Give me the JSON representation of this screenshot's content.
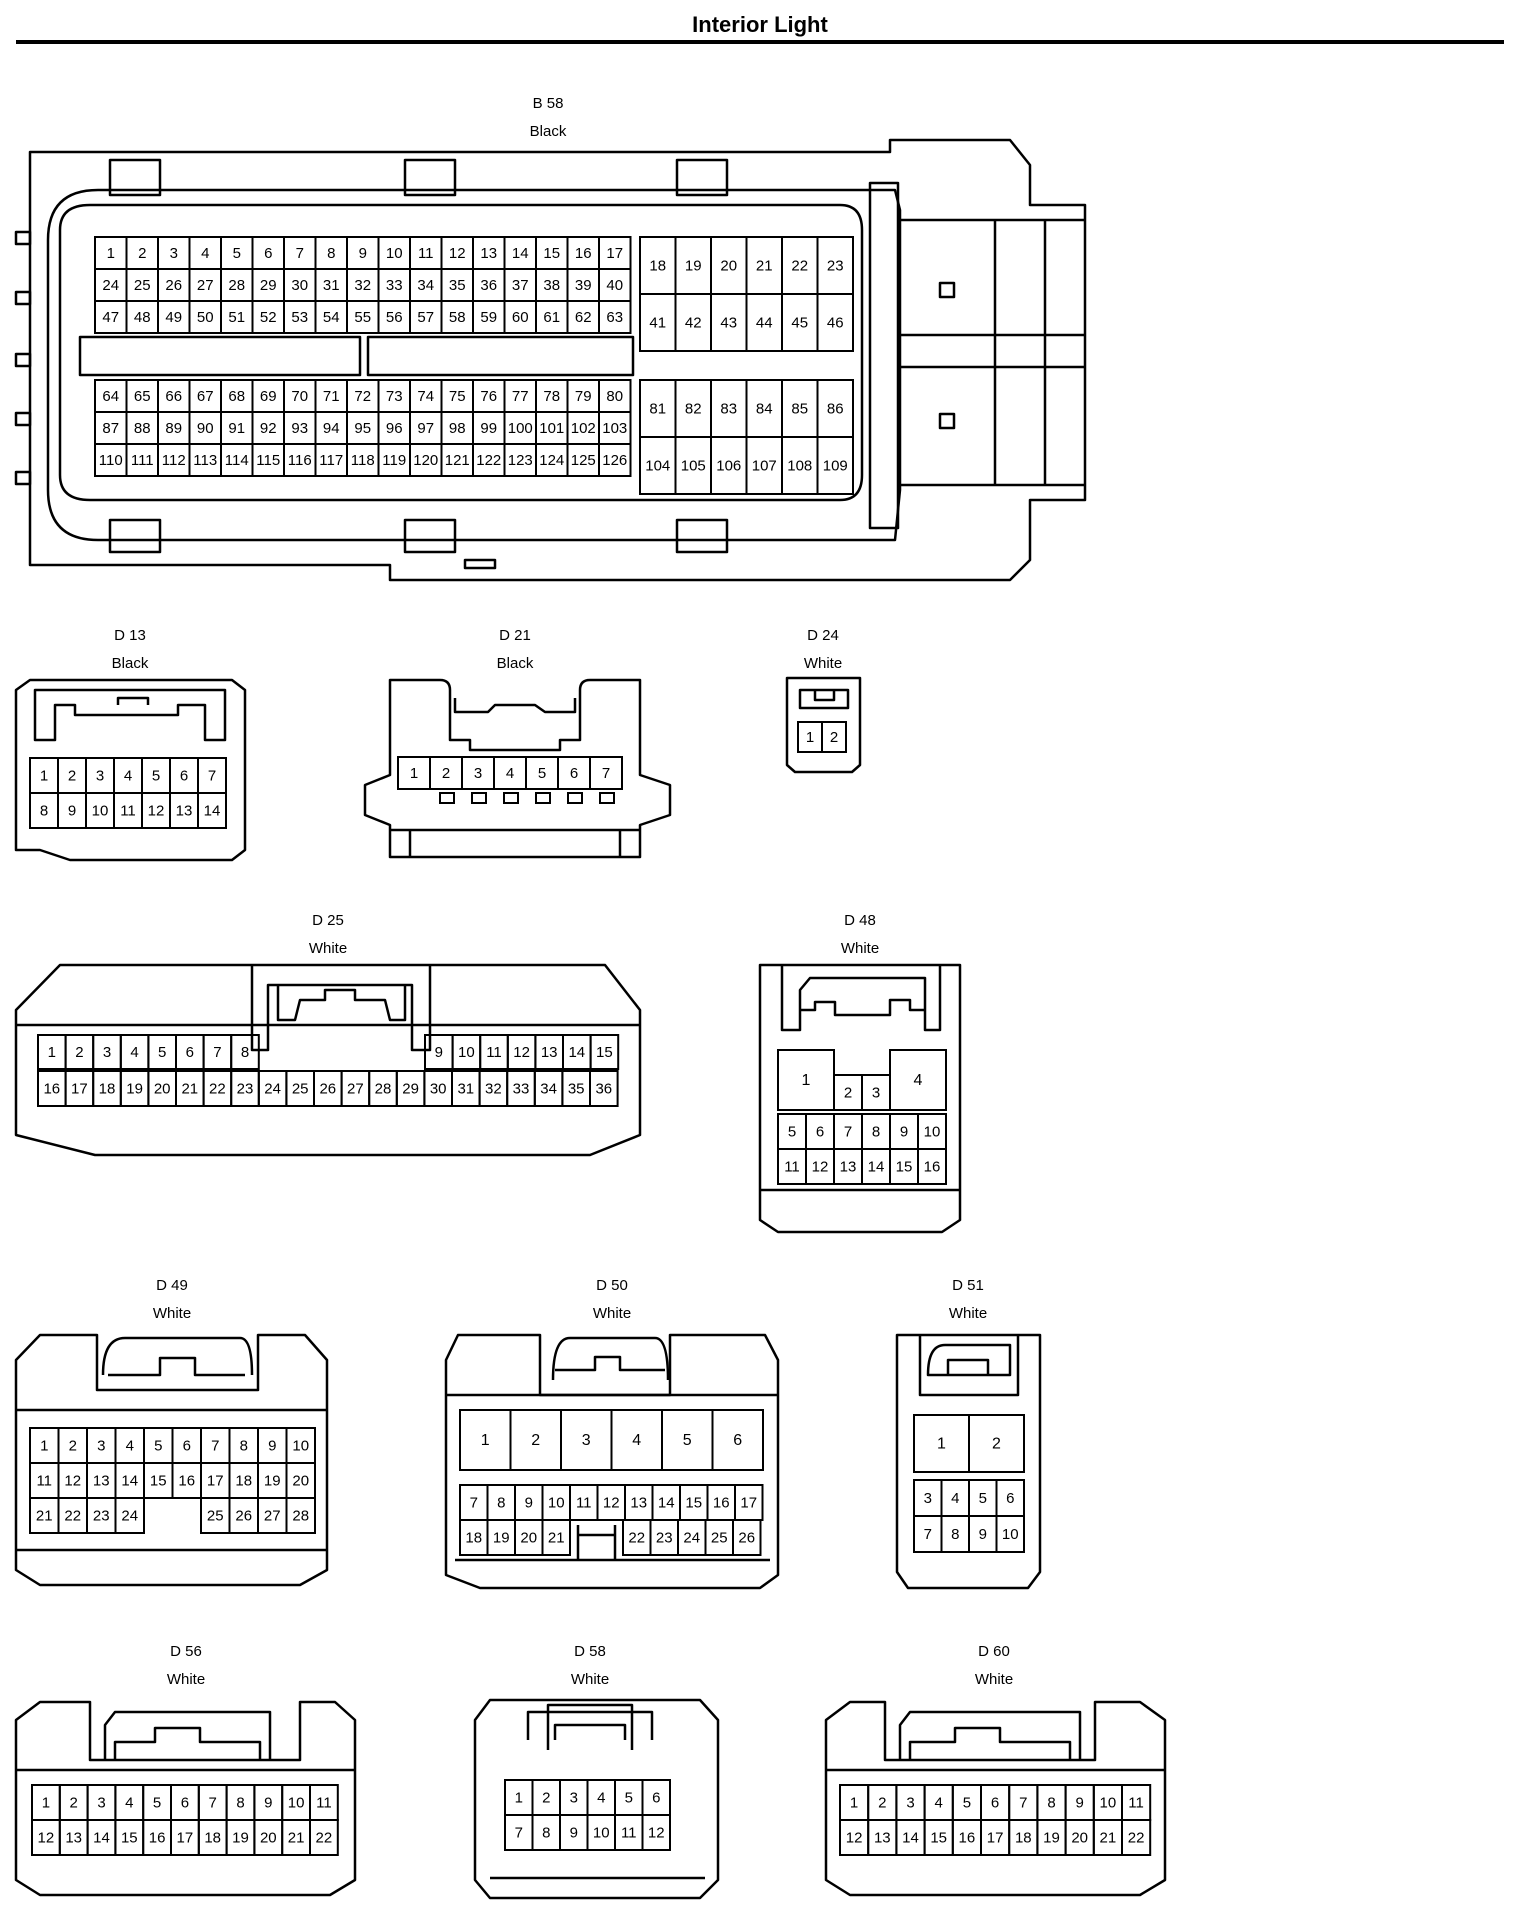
{
  "page": {
    "title": "Interior Light"
  },
  "connectors": [
    {
      "id": "B 58",
      "color": "Black",
      "pins": {
        "block_a": [
          [
            "1",
            "2",
            "3",
            "4",
            "5",
            "6",
            "7",
            "8",
            "9",
            "10",
            "11",
            "12",
            "13",
            "14",
            "15",
            "16",
            "17"
          ],
          [
            "24",
            "25",
            "26",
            "27",
            "28",
            "29",
            "30",
            "31",
            "32",
            "33",
            "34",
            "35",
            "36",
            "37",
            "38",
            "39",
            "40"
          ],
          [
            "47",
            "48",
            "49",
            "50",
            "51",
            "52",
            "53",
            "54",
            "55",
            "56",
            "57",
            "58",
            "59",
            "60",
            "61",
            "62",
            "63"
          ]
        ],
        "block_b": [
          [
            "18",
            "19",
            "20",
            "21",
            "22",
            "23"
          ],
          [
            "41",
            "42",
            "43",
            "44",
            "45",
            "46"
          ]
        ],
        "block_c": [
          [
            "64",
            "65",
            "66",
            "67",
            "68",
            "69",
            "70",
            "71",
            "72",
            "73",
            "74",
            "75",
            "76",
            "77",
            "78",
            "79",
            "80"
          ],
          [
            "87",
            "88",
            "89",
            "90",
            "91",
            "92",
            "93",
            "94",
            "95",
            "96",
            "97",
            "98",
            "99",
            "100",
            "101",
            "102",
            "103"
          ],
          [
            "110",
            "111",
            "112",
            "113",
            "114",
            "115",
            "116",
            "117",
            "118",
            "119",
            "120",
            "121",
            "122",
            "123",
            "124",
            "125",
            "126"
          ]
        ],
        "block_d": [
          [
            "81",
            "82",
            "83",
            "84",
            "85",
            "86"
          ],
          [
            "104",
            "105",
            "106",
            "107",
            "108",
            "109"
          ]
        ]
      }
    },
    {
      "id": "D 13",
      "color": "Black",
      "pins": [
        [
          "1",
          "2",
          "3",
          "4",
          "5",
          "6",
          "7"
        ],
        [
          "8",
          "9",
          "10",
          "11",
          "12",
          "13",
          "14"
        ]
      ]
    },
    {
      "id": "D 21",
      "color": "Black",
      "pins": [
        [
          "1",
          "2",
          "3",
          "4",
          "5",
          "6",
          "7"
        ]
      ]
    },
    {
      "id": "D 24",
      "color": "White",
      "pins": [
        [
          "1",
          "2"
        ]
      ]
    },
    {
      "id": "D 25",
      "color": "White",
      "pins": [
        [
          "1",
          "2",
          "3",
          "4",
          "5",
          "6",
          "7",
          "8",
          "9",
          "10",
          "11",
          "12",
          "13",
          "14",
          "15"
        ],
        [
          "16",
          "17",
          "18",
          "19",
          "20",
          "21",
          "22",
          "23",
          "24",
          "25",
          "26",
          "27",
          "28",
          "29",
          "30",
          "31",
          "32",
          "33",
          "34",
          "35",
          "36"
        ]
      ]
    },
    {
      "id": "D 48",
      "color": "White",
      "pins": {
        "large": [
          "1",
          "4"
        ],
        "small": [
          "2",
          "3"
        ],
        "rows": [
          [
            "5",
            "6",
            "7",
            "8",
            "9",
            "10"
          ],
          [
            "11",
            "12",
            "13",
            "14",
            "15",
            "16"
          ]
        ]
      }
    },
    {
      "id": "D 49",
      "color": "White",
      "pins": [
        [
          "1",
          "2",
          "3",
          "4",
          "5",
          "6",
          "7",
          "8",
          "9",
          "10"
        ],
        [
          "11",
          "12",
          "13",
          "14",
          "15",
          "16",
          "17",
          "18",
          "19",
          "20"
        ],
        [
          "21",
          "22",
          "23",
          "24",
          "25",
          "26",
          "27",
          "28"
        ]
      ]
    },
    {
      "id": "D 50",
      "color": "White",
      "pins": {
        "top": [
          "1",
          "2",
          "3",
          "4",
          "5",
          "6"
        ],
        "rows": [
          [
            "7",
            "8",
            "9",
            "10",
            "11",
            "12",
            "13",
            "14",
            "15",
            "16",
            "17"
          ],
          [
            "18",
            "19",
            "20",
            "21",
            "22",
            "23",
            "24",
            "25",
            "26"
          ]
        ]
      }
    },
    {
      "id": "D 51",
      "color": "White",
      "pins": {
        "top": [
          "1",
          "2"
        ],
        "rows": [
          [
            "3",
            "4",
            "5",
            "6"
          ],
          [
            "7",
            "8",
            "9",
            "10"
          ]
        ]
      }
    },
    {
      "id": "D 56",
      "color": "White",
      "pins": [
        [
          "1",
          "2",
          "3",
          "4",
          "5",
          "6",
          "7",
          "8",
          "9",
          "10",
          "11"
        ],
        [
          "12",
          "13",
          "14",
          "15",
          "16",
          "17",
          "18",
          "19",
          "20",
          "21",
          "22"
        ]
      ]
    },
    {
      "id": "D 58",
      "color": "White",
      "pins": [
        [
          "1",
          "2",
          "3",
          "4",
          "5",
          "6"
        ],
        [
          "7",
          "8",
          "9",
          "10",
          "11",
          "12"
        ]
      ]
    },
    {
      "id": "D 60",
      "color": "White",
      "pins": [
        [
          "1",
          "2",
          "3",
          "4",
          "5",
          "6",
          "7",
          "8",
          "9",
          "10",
          "11"
        ],
        [
          "12",
          "13",
          "14",
          "15",
          "16",
          "17",
          "18",
          "19",
          "20",
          "21",
          "22"
        ]
      ]
    }
  ]
}
